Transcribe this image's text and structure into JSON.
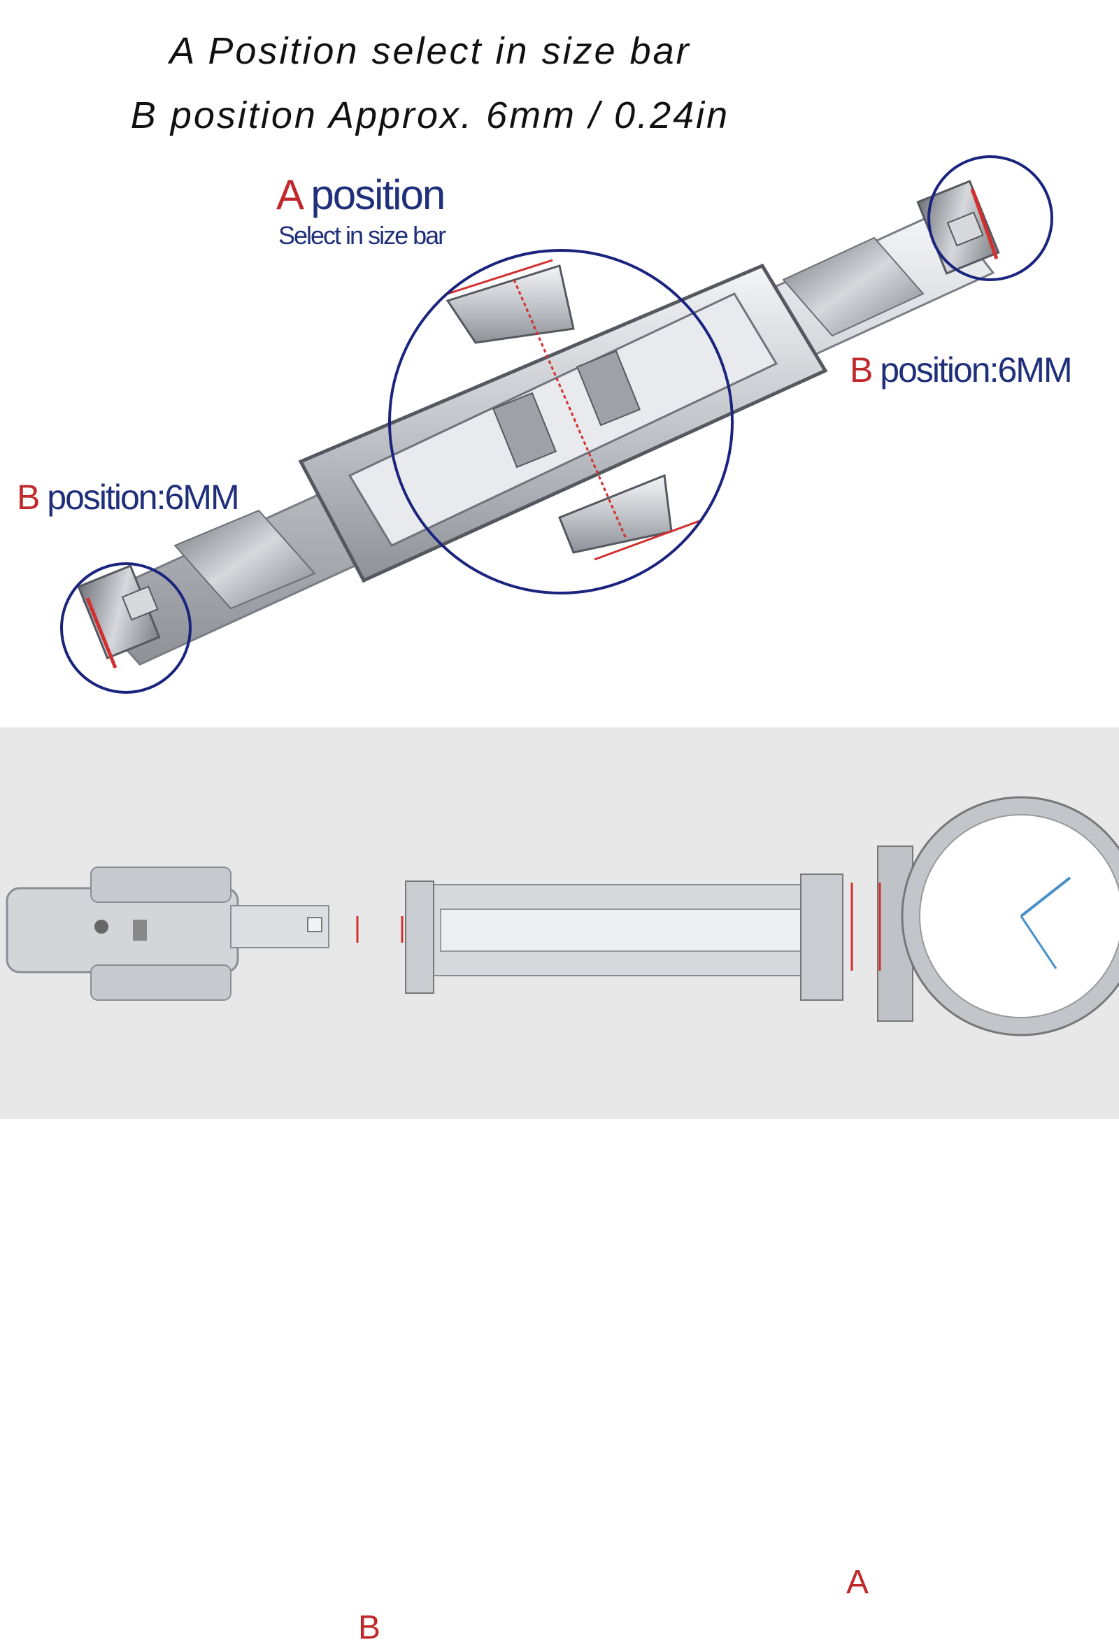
{
  "headline": {
    "line1": "A Position select in size bar",
    "line2": "B position Approx. 6mm / 0.24in"
  },
  "diagram_top": {
    "a_label_letter": "A",
    "a_label_word": "position",
    "a_sublabel": "Select in size bar",
    "b_right_letter": "B",
    "b_right_text": "position:6MM",
    "b_left_letter": "B",
    "b_left_text": "position:6MM"
  },
  "diagram_bottom": {
    "a_letter": "A",
    "b_letter": "B"
  },
  "colors": {
    "label_red": "#c0282c",
    "label_blue": "#1f2f7a",
    "circle_navy": "#1a237e",
    "marker_red": "#d32f2f",
    "metal": "#c9ccd0",
    "bottom_bg": "#e8e8e8"
  }
}
